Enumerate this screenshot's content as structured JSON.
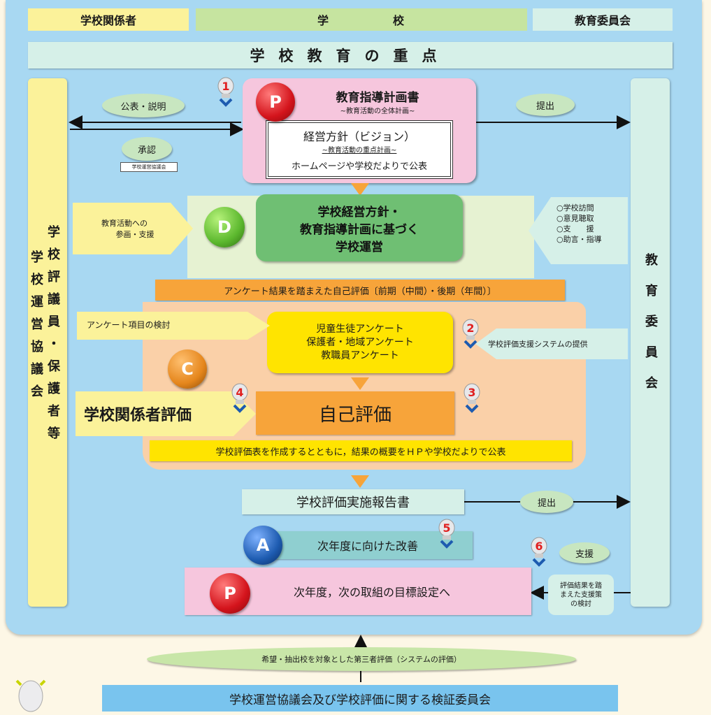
{
  "header": {
    "stakeholder": "学校関係者",
    "school": "学　　　　　校",
    "board": "教育委員会"
  },
  "priority_band": "学校教育の重点",
  "left_column": {
    "line1": "学校評議員・保護者等",
    "line2": "学校運営協議会"
  },
  "right_column": "教育委員会",
  "plan": {
    "badge": "P",
    "title": "教育指導計画書",
    "subtitle": "~教育活動の全体計画~",
    "policy_title": "経営方針（ビジョン）",
    "policy_subtitle": "~教育活動の重点計画~",
    "publish": "ホームページや学校だよりで公表",
    "publish_oval": "公表・説明",
    "approve_oval": "承認",
    "approve_tag": "学校運営協議会",
    "submit_oval": "提出"
  },
  "do": {
    "badge": "D",
    "main_lines": [
      "学校経営方針・",
      "教育指導計画に基づく",
      "学校運営"
    ],
    "left_note_lines": [
      "教育活動への",
      "参画・支援"
    ],
    "right_note_lines": [
      "○学校訪問",
      "○意見聴取",
      "○支　　援",
      "○助言・指導"
    ]
  },
  "check": {
    "badge": "C",
    "self_eval_bar": "アンケート結果を踏まえた自己評価〔前期（中間）・後期（年間）〕",
    "survey_note": "アンケート項目の検討",
    "survey_lines": [
      "児童生徒アンケート",
      "保護者・地域アンケート",
      "教職員アンケート"
    ],
    "system_note": "学校評価支援システムの提供",
    "stakeholder_eval": "学校関係者評価",
    "self_eval": "自己評価",
    "publish_bar": "学校評価表を作成するとともに，結果の概要をＨＰや学校だよりで公表"
  },
  "report": {
    "title": "学校評価実施報告書",
    "submit_oval": "提出"
  },
  "act": {
    "badge": "A",
    "text": "次年度に向けた改善"
  },
  "next_plan": {
    "badge": "P",
    "text": "次年度，次の取組の目標設定へ"
  },
  "support": {
    "oval": "支援",
    "note_lines": [
      "評価結果を踏",
      "まえた支援策",
      "の検討"
    ]
  },
  "bottom": {
    "third_party": "希望・抽出校を対象とした第三者評価（システムの評価）",
    "committee": "学校運営協議会及び学校評価に関する検証委員会"
  },
  "markers": [
    "1",
    "2",
    "3",
    "4",
    "5",
    "6"
  ],
  "colors": {
    "frame": "#a8d8f2",
    "plan_pink": "#f6c6dd",
    "do_green": "#6fbf73",
    "check_orange": "#fad0a8",
    "survey_yellow": "#ffe400",
    "self_eval_orange": "#f7a43a",
    "ball_red": "#d4141c",
    "ball_green": "#5cb82e",
    "ball_orange": "#e5861c",
    "ball_blue": "#1d5bb0",
    "marker_red": "#e02020"
  }
}
